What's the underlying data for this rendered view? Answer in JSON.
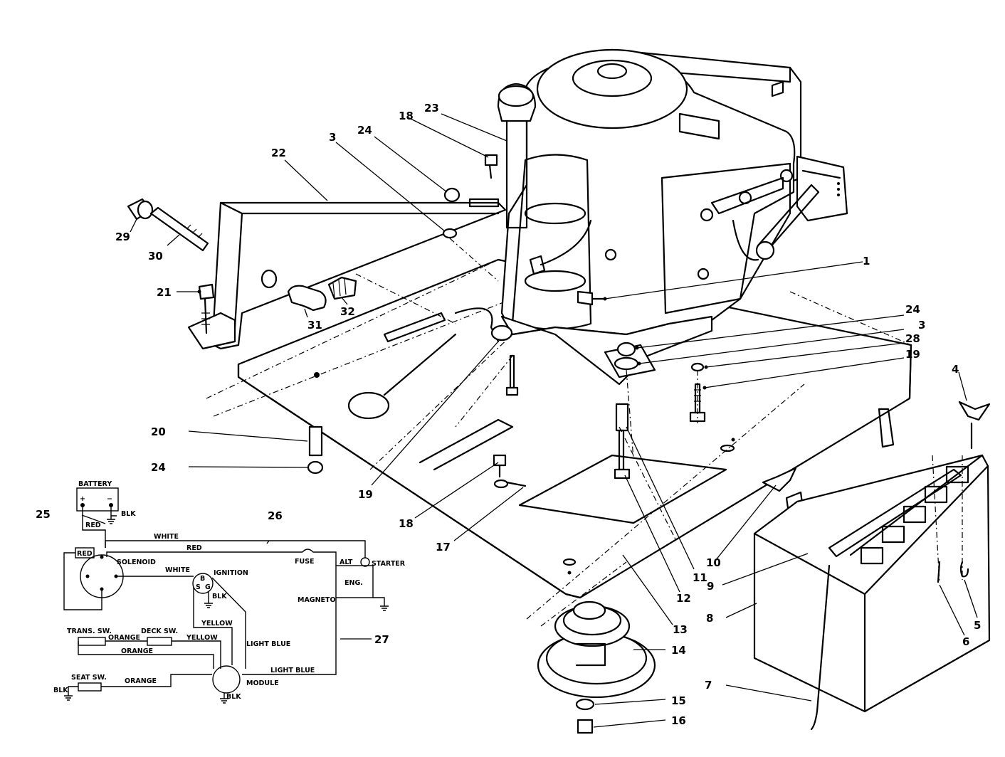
{
  "callouts": {
    "c1": "1",
    "c3a": "3",
    "c3b": "3",
    "c4": "4",
    "c5": "5",
    "c6": "6",
    "c7": "7",
    "c8": "8",
    "c9": "9",
    "c10": "10",
    "c11": "11",
    "c12": "12",
    "c13": "13",
    "c14": "14",
    "c15": "15",
    "c16": "16",
    "c17": "17",
    "c18a": "18",
    "c18b": "18",
    "c19a": "19",
    "c19b": "19",
    "c20": "20",
    "c21": "21",
    "c22": "22",
    "c23": "23",
    "c24a": "24",
    "c24b": "24",
    "c24c": "24",
    "c25": "25",
    "c26": "26",
    "c27": "27",
    "c28": "28",
    "c29": "29",
    "c30": "30",
    "c31": "31",
    "c32": "32"
  },
  "wiring": {
    "battery": "BATTERY",
    "plus": "+",
    "minus": "−",
    "blk_battery": "BLK",
    "red_battery": "RED",
    "white_top": "WHITE",
    "red_top": "RED",
    "red_solenoid": "RED",
    "solenoid": "SOLENOID",
    "white_solenoid": "WHITE",
    "ignition": "IGNITION",
    "ign_b": "B",
    "ign_s": "S",
    "ign_g": "G",
    "blk_ignition": "BLK",
    "fuse": "FUSE",
    "alt": "ALT",
    "starter": "STARTER",
    "eng": "ENG.",
    "magneto": "MAGNETO",
    "yellow_a": "YELLOW",
    "yellow_b": "YELLOW",
    "light_blue_a": "LIGHT BLUE",
    "light_blue_b": "LIGHT BLUE",
    "trans_sw": "TRANS. SW.",
    "orange_a": "ORANGE",
    "deck_sw": "DECK SW.",
    "orange_b": "ORANGE",
    "seat_sw": "SEAT SW.",
    "orange_c": "ORANGE",
    "blk_seat": "BLK",
    "module": "MODULE",
    "blk_module": "BLK"
  }
}
